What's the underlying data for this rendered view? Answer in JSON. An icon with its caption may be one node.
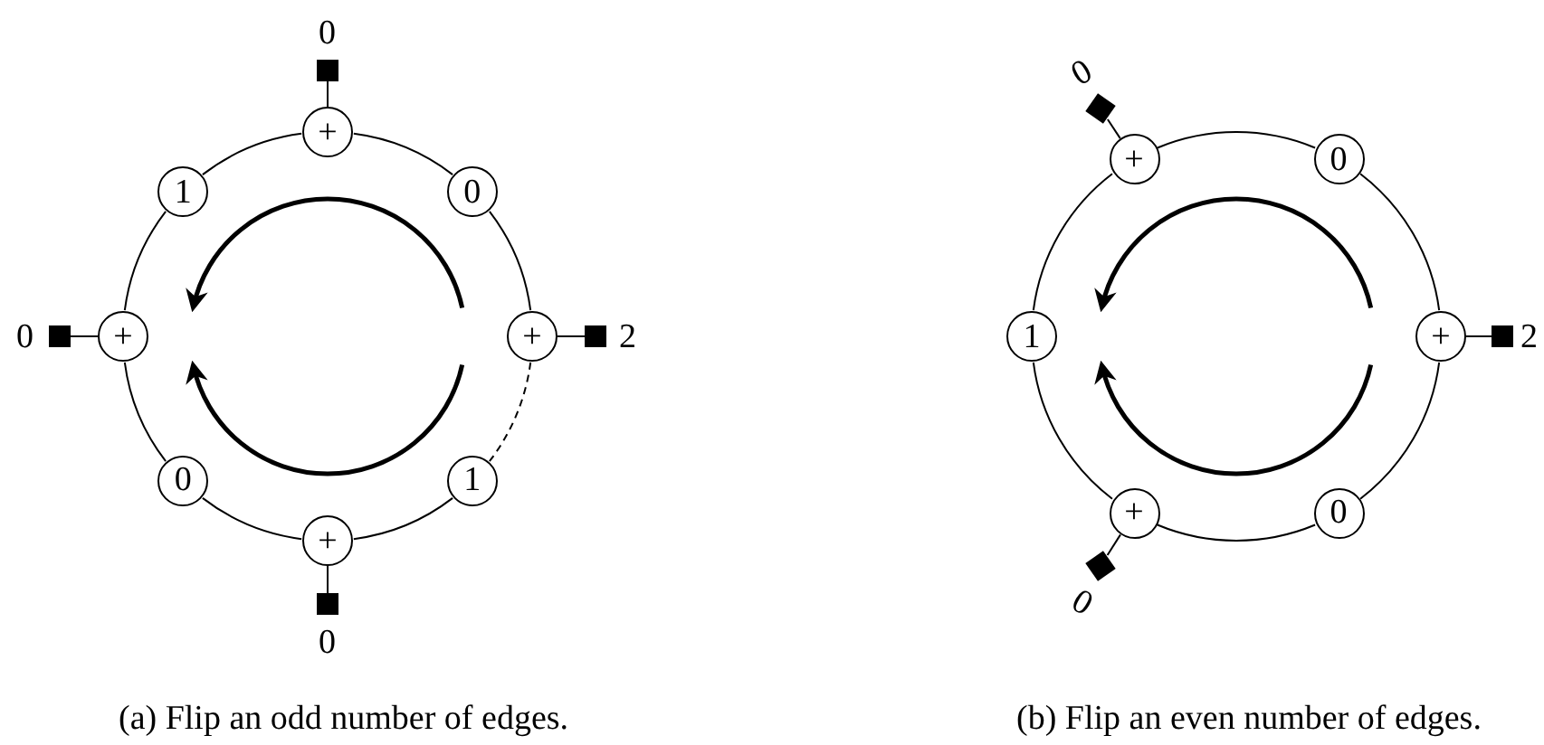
{
  "diagram": {
    "nodes": [
      {
        "text": [],
        "shape": "box",
        "beside": [
          "0"
        ]
      },
      {
        "text": [
          "+"
        ]
      },
      {
        "text": [
          "1"
        ]
      },
      {
        "text": [
          "0"
        ]
      },
      {
        "text": [],
        "shape": "box",
        "beside": [
          "0"
        ]
      },
      {
        "text": [
          "+"
        ]
      },
      {
        "text": [
          "+"
        ]
      },
      {
        "text": [],
        "shape": "box",
        "beside": [
          "2"
        ]
      },
      {
        "text": [
          "0"
        ]
      },
      {
        "text": [
          "1"
        ]
      },
      {
        "text": [
          "+"
        ]
      },
      {
        "text": [],
        "shape": "box",
        "beside": [
          "0"
        ]
      },
      {
        "text": [],
        "shape": "box",
        "beside": [
          "0"
        ]
      },
      {
        "text": [
          "+"
        ]
      },
      {
        "text": [
          "0"
        ]
      },
      {
        "text": [
          "1"
        ]
      },
      {
        "text": [
          "+"
        ]
      },
      {
        "text": [],
        "shape": "box",
        "beside": [
          "2"
        ]
      },
      {
        "text": [
          "+"
        ]
      },
      {
        "text": [
          "0"
        ]
      },
      {
        "text": [],
        "shape": "box",
        "beside": [
          "0"
        ]
      }
    ],
    "edges": [
      {
        "from": 1,
        "to": 0,
        "arrow": "none"
      },
      {
        "from": 1,
        "to": 3,
        "arrow": "none"
      },
      {
        "from": 3,
        "to": 6,
        "arrow": "none"
      },
      {
        "from": 6,
        "to": 7,
        "arrow": "none"
      },
      {
        "from": 6,
        "to": 9,
        "arrow": "none",
        "style": "dashed"
      },
      {
        "from": 9,
        "to": 10,
        "arrow": "none"
      },
      {
        "from": 10,
        "to": 11,
        "arrow": "none"
      },
      {
        "from": 10,
        "to": 8,
        "arrow": "none"
      },
      {
        "from": 8,
        "to": 5,
        "arrow": "none"
      },
      {
        "from": 5,
        "to": 4,
        "arrow": "none"
      },
      {
        "from": 5,
        "to": 2,
        "arrow": "none"
      },
      {
        "from": 2,
        "to": 1,
        "arrow": "none"
      },
      {
        "from": 13,
        "to": 12,
        "arrow": "none"
      },
      {
        "from": 13,
        "to": 14,
        "arrow": "none"
      },
      {
        "from": 14,
        "to": 16,
        "arrow": "none"
      },
      {
        "from": 16,
        "to": 17,
        "arrow": "none"
      },
      {
        "from": 16,
        "to": 19,
        "arrow": "none"
      },
      {
        "from": 19,
        "to": 18,
        "arrow": "none"
      },
      {
        "from": 18,
        "to": 20,
        "arrow": "none"
      },
      {
        "from": 18,
        "to": 15,
        "arrow": "none"
      },
      {
        "from": 15,
        "to": 13,
        "arrow": "none"
      }
    ],
    "labels": [
      "(a) Flip an odd number of edges.",
      "(b) Flip an even number of edges."
    ]
  }
}
